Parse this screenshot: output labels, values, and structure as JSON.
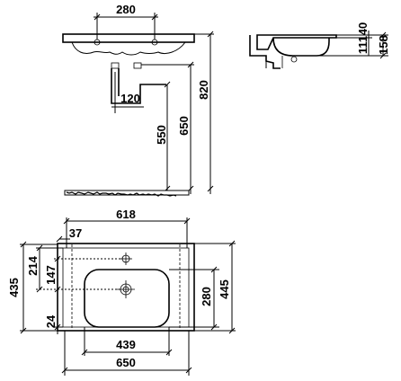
{
  "drawing": {
    "top_view": {
      "tap_spacing": "280",
      "waste_offset": "120",
      "height_550": "550",
      "height_650": "650",
      "height_820": "820"
    },
    "side_view": {
      "rim_40": "40",
      "depth_111": "111",
      "height_158": "158"
    },
    "plan_view": {
      "inner_width": "618",
      "hole_offset_37": "37",
      "hole_depth_214": "214",
      "hole_depth_147": "147",
      "bowl_depth_280": "280",
      "outer_depth_445": "445",
      "overall_depth_435": "435",
      "front_rim_24": "24",
      "bowl_width": "439",
      "overall_width": "650"
    }
  }
}
